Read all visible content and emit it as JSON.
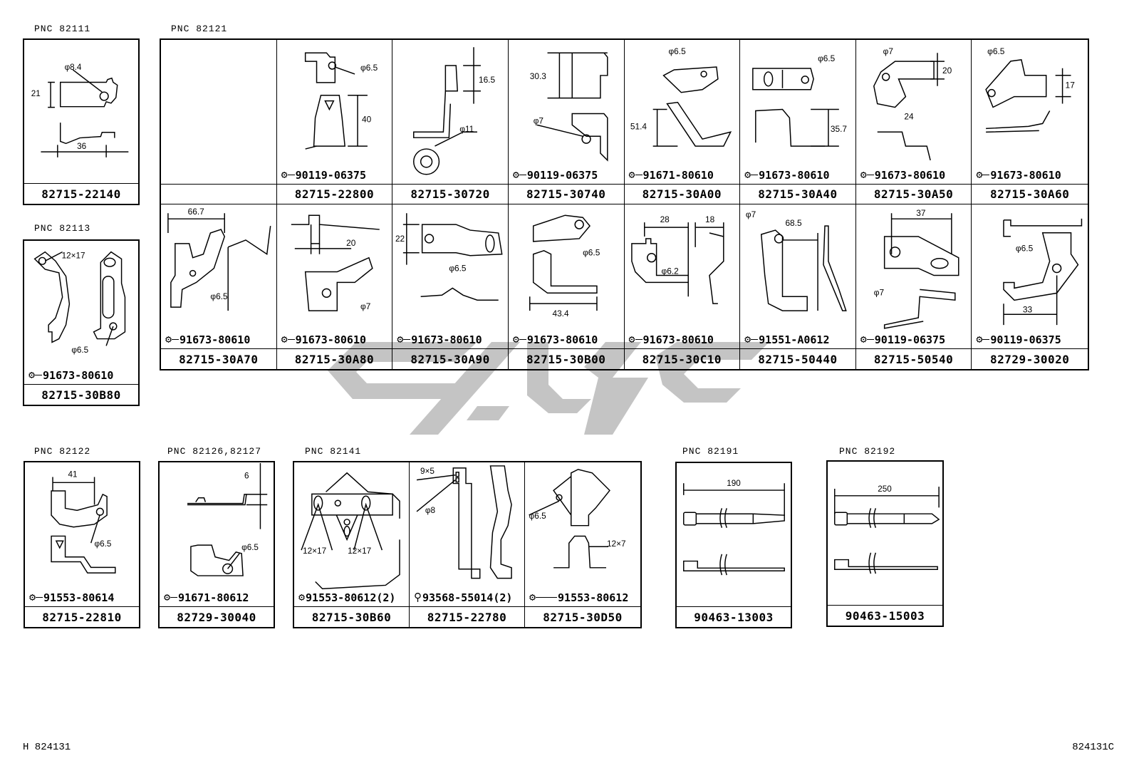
{
  "sections": {
    "pnc_82111": {
      "label": "PNC  82111",
      "parts": [
        {
          "part_no": "82715-22140",
          "bolt": null,
          "dims": [
            "φ8.4",
            "21",
            "36"
          ]
        }
      ]
    },
    "pnc_82121": {
      "label": "PNC  82121",
      "row1": [
        {
          "part_no": "",
          "bolt": null,
          "dims": []
        },
        {
          "part_no": "82715-22800",
          "bolt": "90119-06375",
          "dims": [
            "φ6.5",
            "40"
          ]
        },
        {
          "part_no": "82715-30720",
          "bolt": null,
          "dims": [
            "16.5",
            "φ11"
          ]
        },
        {
          "part_no": "82715-30740",
          "bolt": "90119-06375",
          "dims": [
            "30.3",
            "φ7"
          ]
        },
        {
          "part_no": "82715-30A00",
          "bolt": "91671-80610",
          "dims": [
            "φ6.5",
            "51.4"
          ]
        },
        {
          "part_no": "82715-30A40",
          "bolt": "91673-80610",
          "dims": [
            "φ6.5",
            "35.7"
          ]
        },
        {
          "part_no": "82715-30A50",
          "bolt": "91673-80610",
          "dims": [
            "φ7",
            "20",
            "24"
          ]
        },
        {
          "part_no": "82715-30A60",
          "bolt": "91673-80610",
          "dims": [
            "φ6.5",
            "17"
          ]
        }
      ],
      "row2": [
        {
          "part_no": "82715-30A70",
          "bolt": "91673-80610",
          "dims": [
            "66.7",
            "φ6.5"
          ]
        },
        {
          "part_no": "82715-30A80",
          "bolt": "91673-80610",
          "dims": [
            "20",
            "φ7"
          ]
        },
        {
          "part_no": "82715-30A90",
          "bolt": "91673-80610",
          "dims": [
            "22",
            "φ6.5"
          ]
        },
        {
          "part_no": "82715-30B00",
          "bolt": "91673-80610",
          "dims": [
            "φ6.5",
            "43.4"
          ]
        },
        {
          "part_no": "82715-30C10",
          "bolt": "91673-80610",
          "dims": [
            "28",
            "18",
            "φ6.2"
          ]
        },
        {
          "part_no": "82715-50440",
          "bolt": "91551-A0612",
          "dims": [
            "φ7",
            "68.5"
          ]
        },
        {
          "part_no": "82715-50540",
          "bolt": "90119-06375",
          "dims": [
            "37",
            "φ7"
          ]
        },
        {
          "part_no": "82729-30020",
          "bolt": "90119-06375",
          "dims": [
            "φ6.5",
            "33"
          ]
        }
      ]
    },
    "pnc_82113": {
      "label": "PNC  82113",
      "parts": [
        {
          "part_no": "82715-30B80",
          "bolt": "91673-80610",
          "dims": [
            "12×17",
            "φ6.5"
          ]
        }
      ]
    },
    "pnc_82122": {
      "label": "PNC  82122",
      "parts": [
        {
          "part_no": "82715-22810",
          "bolt": "91553-80614",
          "dims": [
            "41",
            "φ6.5"
          ]
        }
      ]
    },
    "pnc_82126": {
      "label": "PNC  82126,82127",
      "parts": [
        {
          "part_no": "82729-30040",
          "bolt": "91671-80612",
          "dims": [
            "6",
            "φ6.5"
          ]
        }
      ]
    },
    "pnc_82141": {
      "label": "PNC  82141",
      "parts": [
        {
          "part_no": "82715-30B60",
          "bolt": "91553-80612(2)",
          "dims": [
            "12×17",
            "12×17"
          ]
        },
        {
          "part_no": "82715-22780",
          "bolt": "93568-55014(2)",
          "dims": [
            "9×5",
            "φ8"
          ]
        },
        {
          "part_no": "82715-30D50",
          "bolt": "91553-80612",
          "dims": [
            "φ6.5",
            "12×7"
          ]
        }
      ]
    },
    "pnc_82191": {
      "label": "PNC  82191",
      "parts": [
        {
          "part_no": "90463-13003",
          "bolt": null,
          "dims": [
            "190"
          ]
        }
      ]
    },
    "pnc_82192": {
      "label": "PNC  82192",
      "parts": [
        {
          "part_no": "90463-15003",
          "bolt": null,
          "dims": [
            "250"
          ]
        }
      ]
    }
  },
  "footer": {
    "left": "H  824131",
    "right": "824131C"
  },
  "colors": {
    "line": "#000000",
    "watermark": "#c0c0c0",
    "background": "#ffffff"
  }
}
